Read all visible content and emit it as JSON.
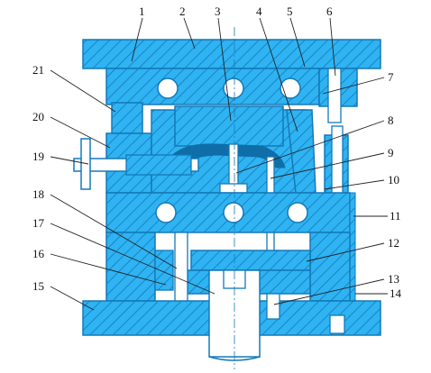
{
  "colors": {
    "part": "#2fb3f2",
    "hatch": "#1379b8",
    "outline": "#1379b8",
    "cavity": "#0f6ea8",
    "leader": "#222222",
    "label": "#111111"
  },
  "labels": {
    "n1": "1",
    "n2": "2",
    "n3": "3",
    "n4": "4",
    "n5": "5",
    "n6": "6",
    "n7": "7",
    "n8": "8",
    "n9": "9",
    "n10": "10",
    "n11": "11",
    "n12": "12",
    "n13": "13",
    "n14": "14",
    "n15": "15",
    "n16": "16",
    "n17": "17",
    "n18": "18",
    "n19": "19",
    "n20": "20",
    "n21": "21"
  }
}
